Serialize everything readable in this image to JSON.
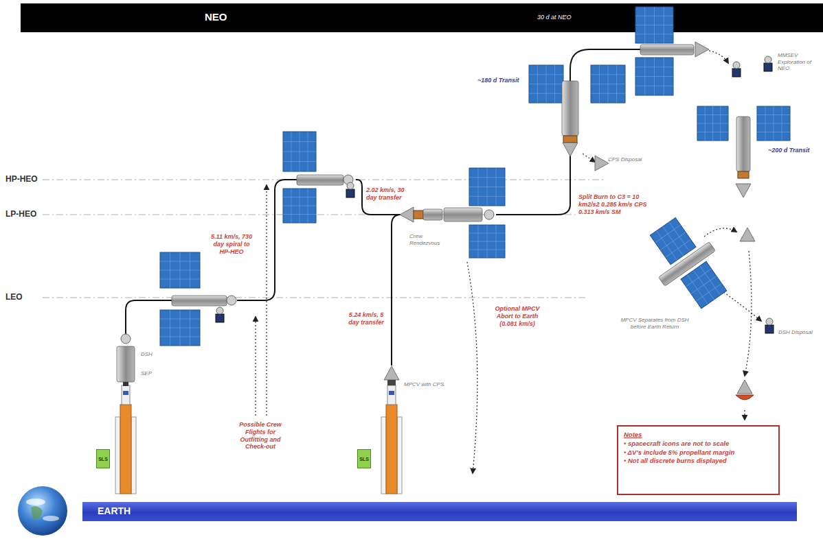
{
  "diagram": {
    "nodes": [
      {
        "text": [
          "NEO",
          "30 d at NEO"
        ]
      },
      {
        "text": [
          "EARTH"
        ]
      },
      {
        "text": [
          "SLS"
        ]
      },
      {
        "text": [
          "SLS"
        ]
      },
      {
        "text": [
          "Notes",
          "• spacecraft icons are not to scale",
          "• ΔV’s include 5% propellant margin",
          "• Not all discrete burns displayed"
        ]
      }
    ],
    "labels": [
      "HP-HEO",
      "LP-HEO",
      "LEO",
      "5.11 km/s, 730 day spiral to HP-HEO",
      "Possible Crew Flights for Outfitting and Check-out",
      "2.02 km/s, 30 day transfer",
      "5.24 km/s, 5 day transfer",
      "Optional MPCV Abort to Earth (0.081 km/s)",
      "Split Burn to C3 = 10 km2/s2 0.285 km/s CPS 0.313 km/s SM",
      "~180 d Transit",
      "~200 d Transit",
      "DSH",
      "SEP",
      "MPCV with CPS",
      "Crew Rendezvous",
      "CPS Disposal",
      "MMSEV Exploration of NEO",
      "MPCV Separates from DSH before Earth Return",
      "DSH Disposal"
    ]
  }
}
